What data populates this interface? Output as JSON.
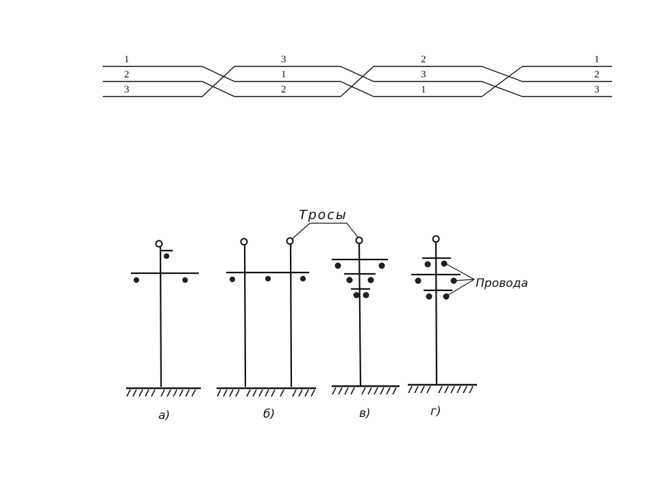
{
  "transposition": {
    "sections": [
      [
        "1",
        "2",
        "3"
      ],
      [
        "3",
        "1",
        "2"
      ],
      [
        "2",
        "3",
        "1"
      ],
      [
        "1",
        "2",
        "3"
      ]
    ]
  },
  "supports": {
    "label_cables": "Тросы",
    "label_wires": "Провода",
    "captions": [
      "а)",
      "б)",
      "в)",
      "г)"
    ]
  }
}
